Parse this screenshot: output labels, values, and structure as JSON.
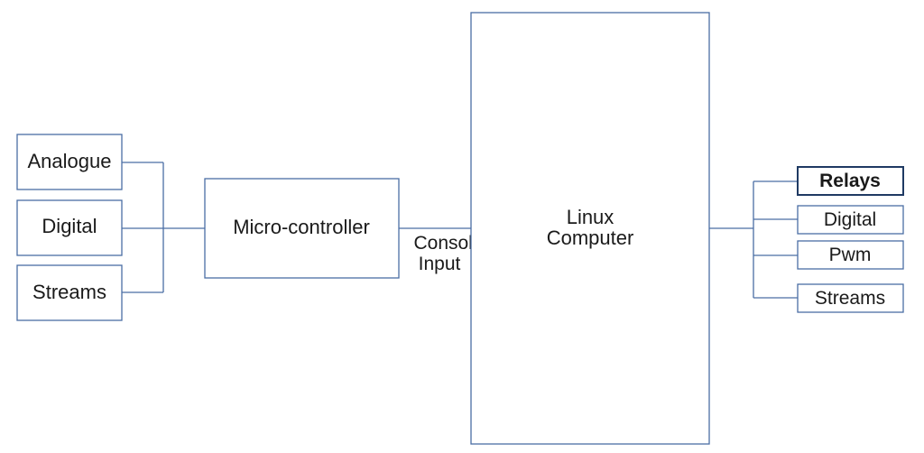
{
  "inputs": {
    "analogue": "Analogue",
    "digital": "Digital",
    "streams": "Streams"
  },
  "microcontroller": {
    "label": "Micro-controller"
  },
  "link": {
    "line1": "Console",
    "line2": "Input"
  },
  "computer": {
    "line1": "Linux",
    "line2": "Computer"
  },
  "outputs": {
    "relays": "Relays",
    "digital": "Digital",
    "pwm": "Pwm",
    "streams": "Streams"
  },
  "colors": {
    "line": "#4a6ea5",
    "text": "#1a1a1a"
  }
}
